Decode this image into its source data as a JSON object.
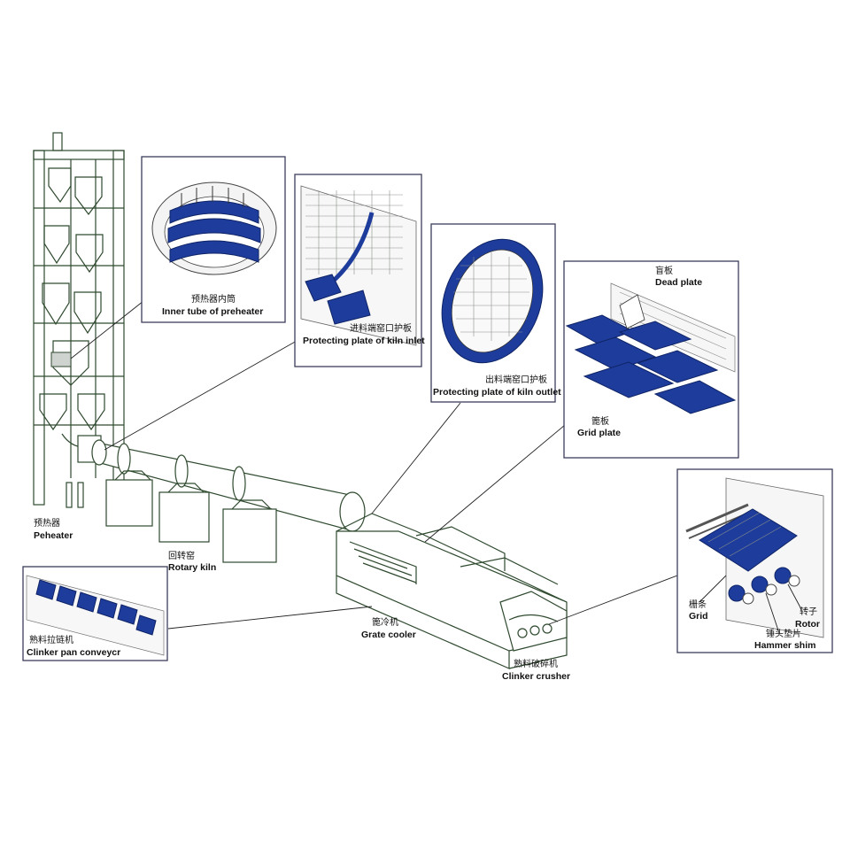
{
  "colors": {
    "part_blue": "#1d3c9c",
    "outline": "#2f4a2f",
    "frame": "#3c3d5a"
  },
  "equipment": {
    "preheater": {
      "cn": "预热器",
      "en": "Peheater"
    },
    "rotary_kiln": {
      "cn": "回转窑",
      "en": "Rotary kiln"
    },
    "grate_cooler": {
      "cn": "篦冷机",
      "en": "Grate cooler"
    },
    "clinker_crusher": {
      "cn": "熟料破碎机",
      "en": "Clinker crusher"
    }
  },
  "callouts": {
    "inner_tube": {
      "cn": "预热器内筒",
      "en": "Inner tube of preheater"
    },
    "kiln_inlet": {
      "cn": "进料端窑口护板",
      "en": "Protecting plate of kiln inlet"
    },
    "kiln_outlet": {
      "cn": "出料端窑口护板",
      "en": "Protecting plate of kiln outlet"
    },
    "grid_detail": {
      "dead_plate": {
        "cn": "盲板",
        "en": "Dead plate"
      },
      "grid_plate": {
        "cn": "篦板",
        "en": "Grid  plate"
      }
    },
    "crusher_detail": {
      "grid": {
        "cn": "栅条",
        "en": "Grid"
      },
      "rotor": {
        "cn": "转子",
        "en": "Rotor"
      },
      "hammer_shim": {
        "cn": "锤头垫片",
        "en": "Hammer shim"
      }
    },
    "pan_conveyor": {
      "cn": "熟料拉链机",
      "en": "Clinker pan conveycr"
    }
  }
}
